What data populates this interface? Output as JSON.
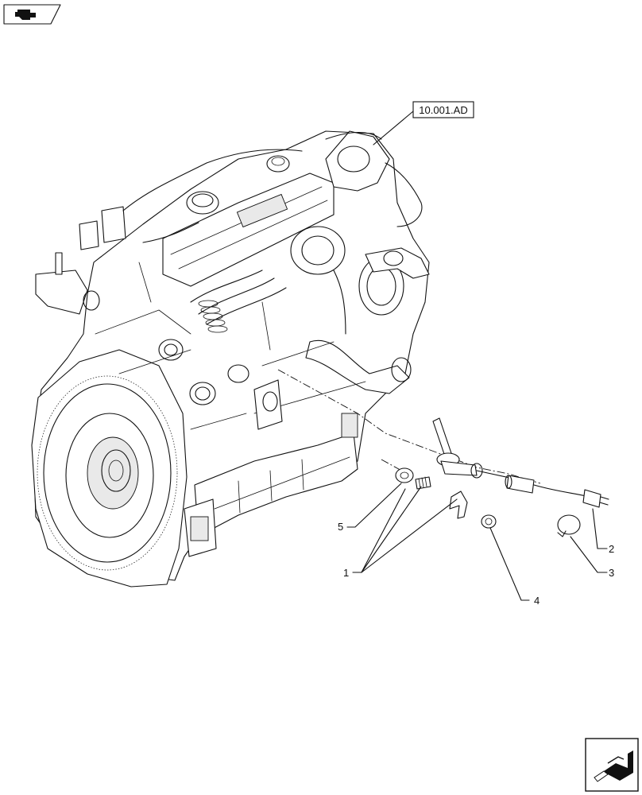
{
  "reference": {
    "label": "10.001.AD"
  },
  "callouts": [
    {
      "id": "1",
      "label": "1"
    },
    {
      "id": "2",
      "label": "2"
    },
    {
      "id": "3",
      "label": "3"
    },
    {
      "id": "4",
      "label": "4"
    },
    {
      "id": "5",
      "label": "5"
    }
  ],
  "icons": {
    "top_left": "engine-section-icon",
    "bottom_right": "continue-arrow-icon"
  }
}
